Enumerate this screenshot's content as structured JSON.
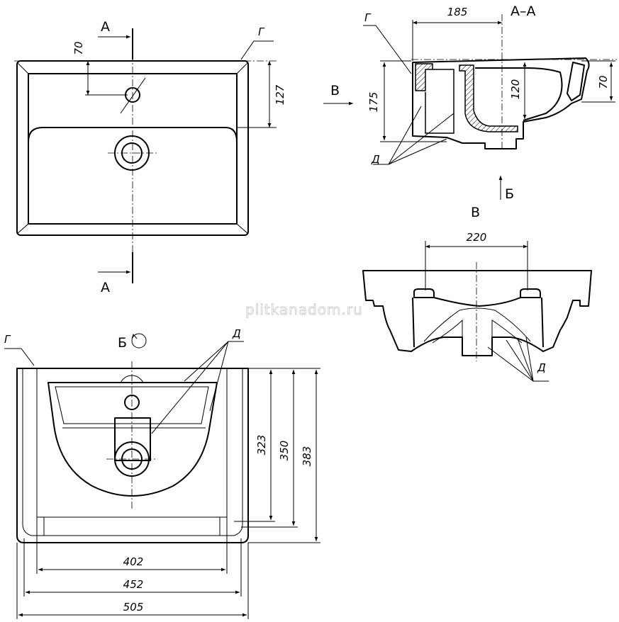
{
  "labels": {
    "section_a": "А",
    "section_aa": "А–А",
    "view_b": "Б",
    "view_v": "В",
    "leader_g": "Г",
    "leader_d": "Д"
  },
  "dimensions": {
    "top_70": "70",
    "top_127": "127",
    "sec_185": "185",
    "sec_175": "175",
    "sec_120": "120",
    "sec_70": "70",
    "v_220": "220",
    "b_323": "323",
    "b_350": "350",
    "b_383": "383",
    "b_402": "402",
    "b_452": "452",
    "b_505": "505"
  },
  "watermark": "plitkanadom.ru"
}
